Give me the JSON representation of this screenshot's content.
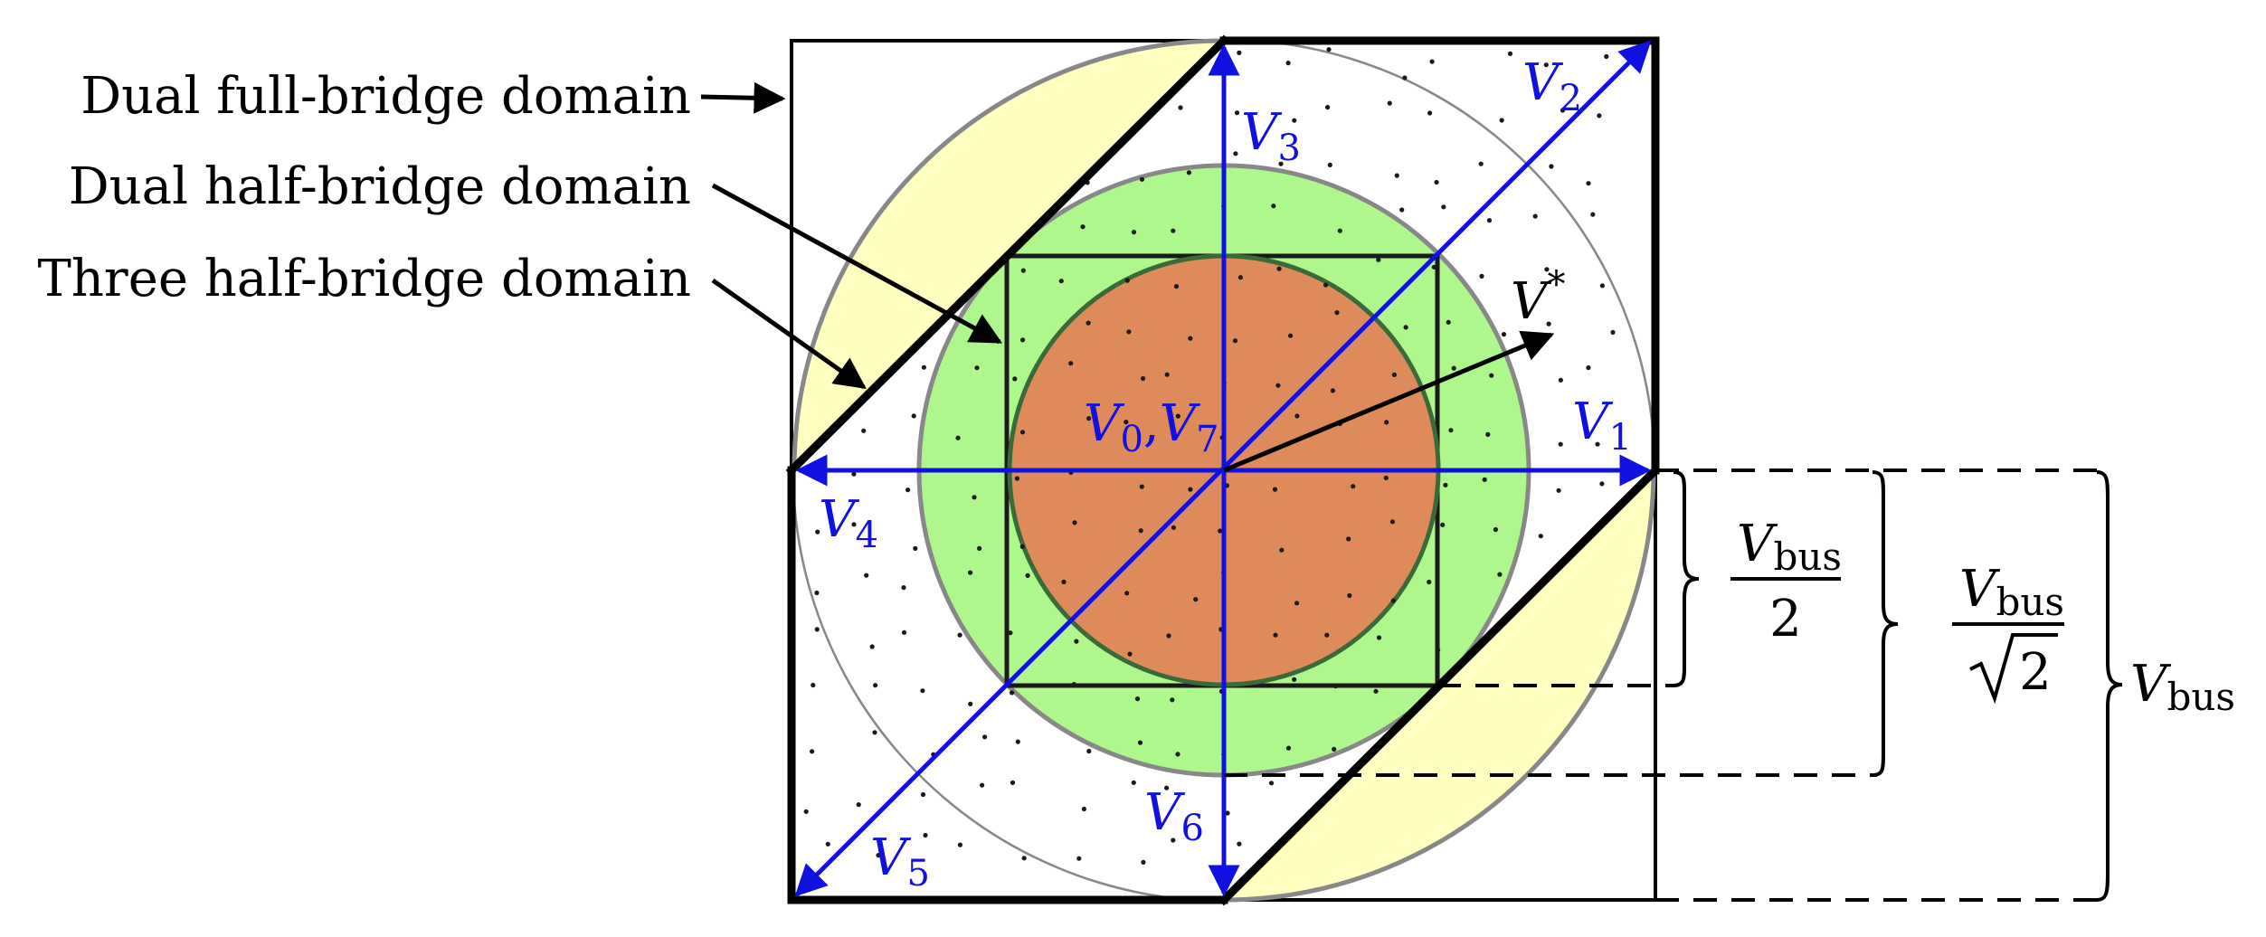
{
  "labels": {
    "full_bridge": "Dual full-bridge domain",
    "dual_half": "Dual half-bridge domain",
    "three_half": "Three half-bridge domain"
  },
  "vectors": {
    "v1": {
      "sym": "V",
      "sub": "1"
    },
    "v2": {
      "sym": "V",
      "sub": "2"
    },
    "v3": {
      "sym": "V",
      "sub": "3"
    },
    "v4": {
      "sym": "V",
      "sub": "4"
    },
    "v5": {
      "sym": "V",
      "sub": "5"
    },
    "v6": {
      "sym": "V",
      "sub": "6"
    },
    "v07": {
      "sym_a": "V",
      "sub_a": "0",
      "comma": ",",
      "sym_b": "V",
      "sub_b": "7"
    },
    "vstar": {
      "sym": "V",
      "sup": "*"
    }
  },
  "dimensions": {
    "half": {
      "sym": "V",
      "sub": "bus",
      "den": "2"
    },
    "root2": {
      "sym": "V",
      "sub": "bus",
      "den": "2",
      "radical": "√"
    },
    "full": {
      "sym": "V",
      "sub": "bus"
    }
  },
  "colors": {
    "vector": "#1010e0",
    "three_half_fill": "#de8a5a",
    "dual_half_fill": "#aef78c",
    "full_bridge_fill": "#ffffc0",
    "circle_stroke": "#888888",
    "inner_circle_stroke": "#3a6a3a"
  }
}
